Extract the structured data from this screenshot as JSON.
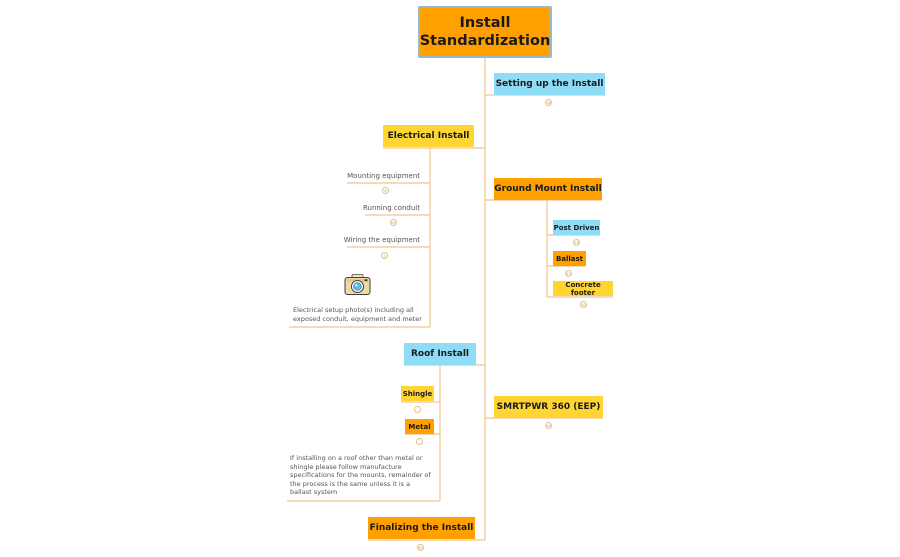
{
  "root": {
    "title_line1": "Install",
    "title_line2": "Standardization"
  },
  "branches": {
    "setting_up": {
      "label": "Setting up the Install",
      "badge": "08"
    },
    "electrical": {
      "label": "Electrical Install",
      "items": [
        {
          "label": "Mounting equipment",
          "badge": "6"
        },
        {
          "label": "Running conduit",
          "badge": "05"
        },
        {
          "label": "Wiring the equipment",
          "badge": "1"
        }
      ],
      "note": "Electrical setup photo(s) including all exposed conduit, equipment and meter"
    },
    "ground_mount": {
      "label": "Ground Mount Install",
      "items": [
        {
          "label": "Post Driven",
          "badge": "16"
        },
        {
          "label": "Ballast",
          "badge": "10"
        },
        {
          "label": "Concrete footer",
          "badge": "20"
        }
      ]
    },
    "roof": {
      "label": "Roof Install",
      "items": [
        {
          "label": "Shingle",
          "badge": ""
        },
        {
          "label": "Metal",
          "badge": ""
        }
      ],
      "note": "If installing on a roof other than metal or shingle please follow manufacture specifications for the mounts, remainder of the process is the same unless it is a ballast system"
    },
    "smrtpwr": {
      "label": "SMRTPWR 360 (EEP)",
      "badge": "26"
    },
    "finalizing": {
      "label": "Finalizing the Install",
      "badge": "60"
    }
  },
  "colors": {
    "connector": "#f2c48d",
    "root": "#ff9f00",
    "blue": "#8edcf5",
    "orange": "#ff9f00",
    "yellow": "#ffd533"
  },
  "icons": {
    "electrical_note": "camera-icon"
  }
}
